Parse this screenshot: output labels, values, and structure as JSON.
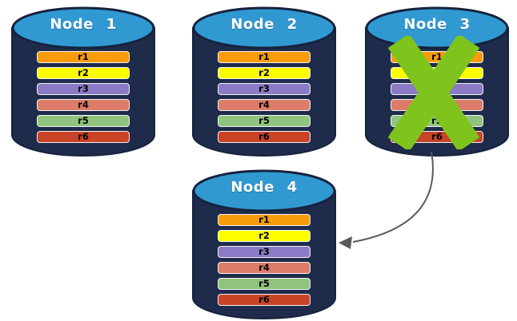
{
  "colors": {
    "cylinder_body": "#1E2B4B",
    "cylinder_top": "#3199D2",
    "cylinder_outline": "#16233E",
    "failure_x": "#7FC41C",
    "arrow": "#595959"
  },
  "nodes": [
    {
      "title": "Node 1",
      "failed": false,
      "rows": [
        {
          "label": "r1",
          "color": "#F99C0B"
        },
        {
          "label": "r2",
          "color": "#FDFD00"
        },
        {
          "label": "r3",
          "color": "#8B7BC6"
        },
        {
          "label": "r4",
          "color": "#DD7C68"
        },
        {
          "label": "r5",
          "color": "#90C47E"
        },
        {
          "label": "r6",
          "color": "#C94327"
        }
      ]
    },
    {
      "title": "Node 2",
      "failed": false,
      "rows": [
        {
          "label": "r1",
          "color": "#F99C0B"
        },
        {
          "label": "r2",
          "color": "#FDFD00"
        },
        {
          "label": "r3",
          "color": "#8B7BC6"
        },
        {
          "label": "r4",
          "color": "#DD7C68"
        },
        {
          "label": "r5",
          "color": "#90C47E"
        },
        {
          "label": "r6",
          "color": "#C94327"
        }
      ]
    },
    {
      "title": "Node 3",
      "failed": true,
      "rows": [
        {
          "label": "r1",
          "color": "#F99C0B"
        },
        {
          "label": "r2",
          "color": "#FDFD00"
        },
        {
          "label": "r3",
          "color": "#8B7BC6"
        },
        {
          "label": "r4",
          "color": "#DD7C68"
        },
        {
          "label": "r5",
          "color": "#90C47E"
        },
        {
          "label": "r6",
          "color": "#C94327"
        }
      ]
    },
    {
      "title": "Node 4",
      "failed": false,
      "rows": [
        {
          "label": "r1",
          "color": "#F99C0B"
        },
        {
          "label": "r2",
          "color": "#FDFD00"
        },
        {
          "label": "r3",
          "color": "#8B7BC6"
        },
        {
          "label": "r4",
          "color": "#DD7C68"
        },
        {
          "label": "r5",
          "color": "#90C47E"
        },
        {
          "label": "r6",
          "color": "#C94327"
        }
      ]
    }
  ],
  "arrow": {
    "from": "Node 3",
    "to": "Node 4"
  }
}
